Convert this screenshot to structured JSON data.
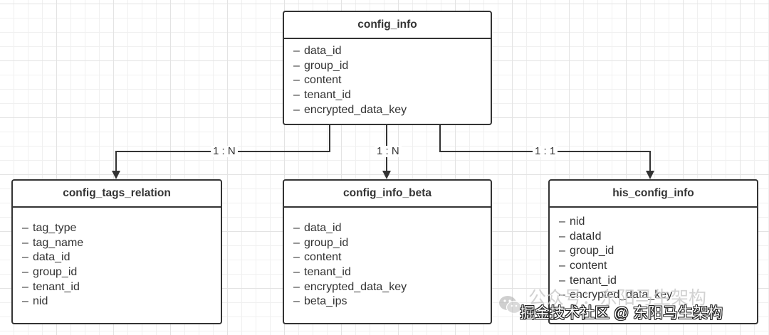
{
  "entities": [
    {
      "title": "config_info",
      "fields": [
        "data_id",
        "group_id",
        "content",
        "tenant_id",
        "encrypted_data_key"
      ]
    },
    {
      "title": "config_tags_relation",
      "fields": [
        "tag_type",
        "tag_name",
        "data_id",
        "group_id",
        "tenant_id",
        "nid"
      ]
    },
    {
      "title": "config_info_beta",
      "fields": [
        "data_id",
        "group_id",
        "content",
        "tenant_id",
        "encrypted_data_key",
        "beta_ips"
      ]
    },
    {
      "title": "his_config_info",
      "fields": [
        "nid",
        "dataId",
        "group_id",
        "content",
        "tenant_id",
        "encrypted_data_key"
      ]
    }
  ],
  "field_marker": "–",
  "relations": [
    {
      "cardinality": "1 : N"
    },
    {
      "cardinality": "1 : N"
    },
    {
      "cardinality": "1 : 1"
    }
  ],
  "watermark": {
    "icon": "wechat-icon",
    "account_text": "公众号：东阳马生架构",
    "community_text": "掘金技术社区 @ 东阳马生架构"
  },
  "colors": {
    "border": "#333333",
    "box_fill": "#ffffff",
    "grid": "#e3e3e3"
  }
}
